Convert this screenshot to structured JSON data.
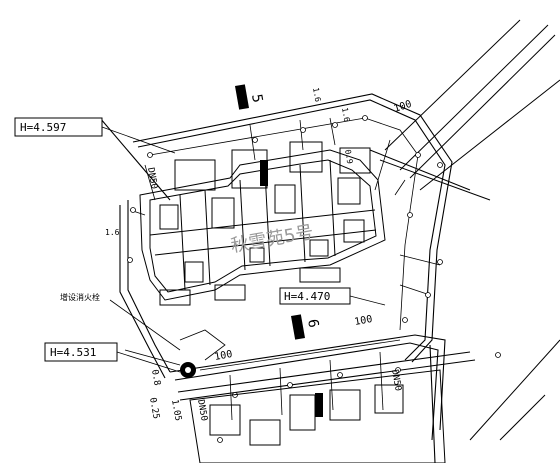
{
  "elevations": [
    "H=4.597",
    "H=4.531",
    "H=4.470"
  ],
  "building_label": "秋雪苑5号",
  "building_numbers": [
    "5",
    "6"
  ],
  "pipe_labels": {
    "dn100_top": "100",
    "dn100_mid": "100",
    "dn100_bottom": "100",
    "dn50_left": "DN50",
    "dn50_bottom_left": "DN50",
    "dn50_bottom_right": "DN50"
  },
  "dimensions": {
    "top_slope": "1.6",
    "top_slope_b": "1.6",
    "left_slope": "1.6",
    "right_small": "0.9",
    "bottom_a": "0.8",
    "bottom_b": "1.05",
    "bottom_c": "0.25"
  },
  "note_hydrant": "增设消火栓",
  "colors": {
    "line": "#000000",
    "fill_black": "#000000",
    "watermark": "#9a9a9a"
  }
}
